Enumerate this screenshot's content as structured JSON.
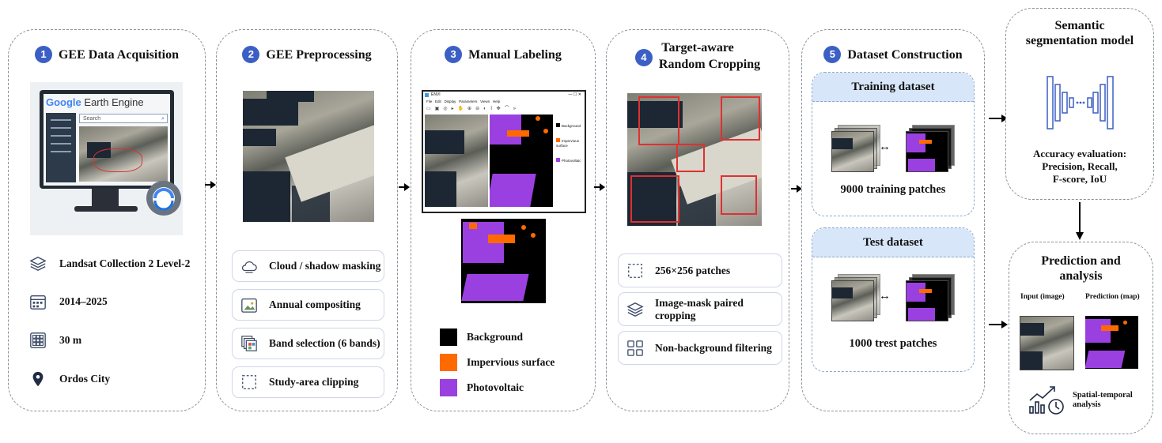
{
  "panel1": {
    "num": "1",
    "title": "GEE  Data Acquisition",
    "gee_brand": "Google",
    "gee_name": "Earth Engine",
    "search_placeholder": "Search",
    "items": [
      {
        "icon": "layers-icon",
        "label": "Landsat Collection 2 Level-2"
      },
      {
        "icon": "calendar-icon",
        "label": "2014–2025"
      },
      {
        "icon": "grid-icon",
        "label": "30 m"
      },
      {
        "icon": "location-pin-icon",
        "label": "Ordos City"
      }
    ]
  },
  "panel2": {
    "num": "2",
    "title": "GEE Preprocessing",
    "steps": [
      {
        "icon": "cloud-icon",
        "label": "Cloud / shadow masking"
      },
      {
        "icon": "image-calendar-icon",
        "label": "Annual compositing"
      },
      {
        "icon": "band-stack-icon",
        "label": "Band selection (6 bands)"
      },
      {
        "icon": "dashed-square-icon",
        "label": "Study-area clipping"
      }
    ]
  },
  "panel3": {
    "num": "3",
    "title": "Manual Labeling",
    "window_title": "ENVI",
    "menu": [
      "File",
      "Edit",
      "Display",
      "Parameters",
      "Views",
      "Help"
    ],
    "side_legend": [
      "Background",
      "Impervious surface",
      "Photovoltaic"
    ],
    "legend": [
      {
        "label": "Background",
        "color": "#000000"
      },
      {
        "label": "Impervious surface",
        "color": "#ff6a00"
      },
      {
        "label": "Photovoltaic",
        "color": "#9b40e0"
      }
    ]
  },
  "panel4": {
    "num": "4",
    "title_line1": "Target-aware",
    "title_line2": "Random Cropping",
    "steps": [
      {
        "icon": "dashed-square-icon",
        "label": "256×256 patches"
      },
      {
        "icon": "layers-icon",
        "label": "Image-mask paired cropping"
      },
      {
        "icon": "grid-icon",
        "label": "Non-background filtering"
      }
    ]
  },
  "panel5": {
    "num": "5",
    "title": "Dataset Construction",
    "train_header": "Training dataset",
    "train_caption": "9000 training patches",
    "test_header": "Test dataset",
    "test_caption": "1000 trest patches",
    "pair_arrow": "↔"
  },
  "panel6": {
    "title_line1": "Semantic",
    "title_line2": "segmentation model",
    "eval_title": "Accuracy evaluation:",
    "eval_line2": "Precision, Recall,",
    "eval_line3": "F-score, IoU"
  },
  "panel7": {
    "title_line1": "Prediction and",
    "title_line2": "analysis",
    "input_label": "Input (image)",
    "prediction_label": "Prediction (map)",
    "analysis_line1": "Spatial-temporal",
    "analysis_line2": "analysis"
  },
  "colors": {
    "accent_blue": "#3b5fc4",
    "photovoltaic": "#9b40e0",
    "impervious": "#ff6a00",
    "crop_box": "#e03030",
    "header_blue": "#d7e6f8"
  }
}
